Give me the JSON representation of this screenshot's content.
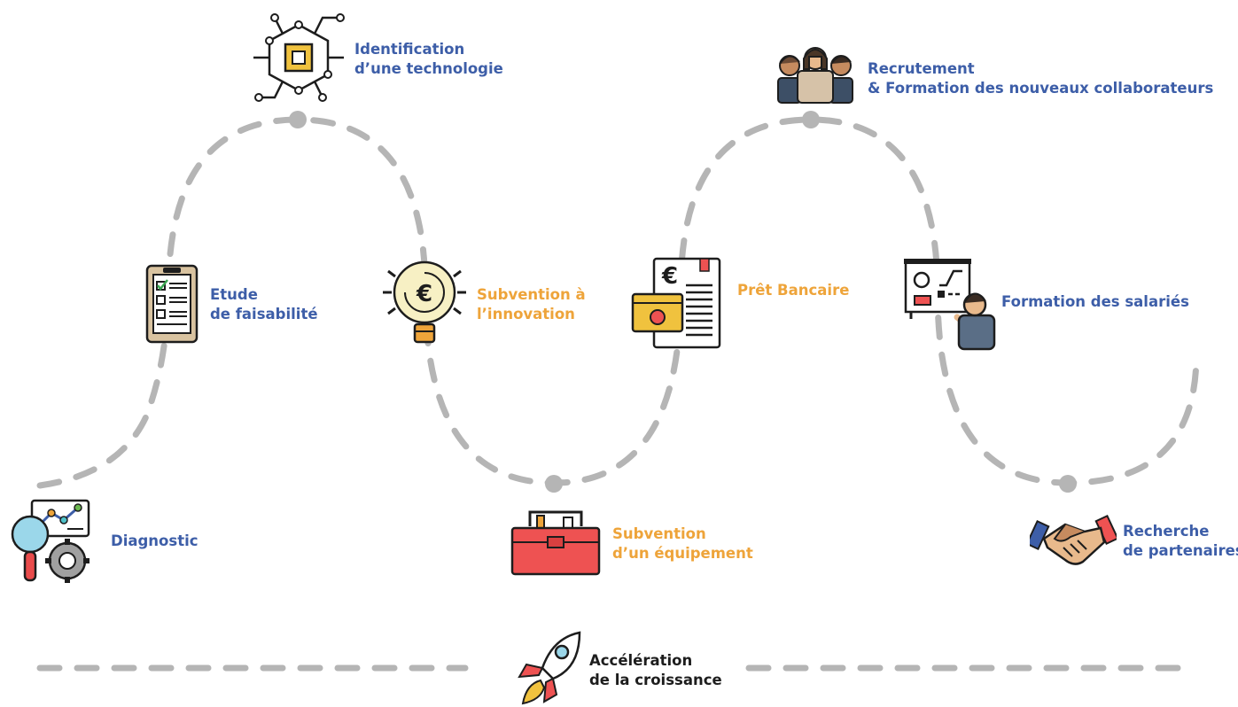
{
  "colors": {
    "blue": "#3d5ea8",
    "orange": "#eea43a",
    "dark": "#1d1d1d",
    "path": "#b5b5b5"
  },
  "steps": {
    "diagnostic": {
      "icon": "magnifier-gear-icon",
      "lines": [
        "Diagnostic"
      ]
    },
    "feasibility": {
      "icon": "clipboard-checklist-icon",
      "lines": [
        "Etude",
        "de faisabilité"
      ]
    },
    "identification": {
      "icon": "circuit-chip-icon",
      "lines": [
        "Identification",
        "d’une technologie"
      ]
    },
    "innovation_grant": {
      "icon": "euro-lightbulb-icon",
      "lines": [
        "Subvention à",
        "l’innovation"
      ]
    },
    "equipment_grant": {
      "icon": "toolbox-icon",
      "lines": [
        "Subvention",
        "d’un équipement"
      ]
    },
    "bank_loan": {
      "icon": "euro-document-banknote-icon",
      "lines": [
        "Prêt Bancaire"
      ]
    },
    "recruitment": {
      "icon": "team-people-icon",
      "lines": [
        "Recrutement",
        "& Formation des nouveaux collaborateurs"
      ]
    },
    "staff_training": {
      "icon": "trainer-board-icon",
      "lines": [
        "Formation des salariés"
      ]
    },
    "partners": {
      "icon": "handshake-icon",
      "lines": [
        "Recherche",
        "de partenaires"
      ]
    },
    "growth": {
      "icon": "rocket-icon",
      "lines": [
        "Accélération",
        "de la croissance"
      ]
    }
  }
}
